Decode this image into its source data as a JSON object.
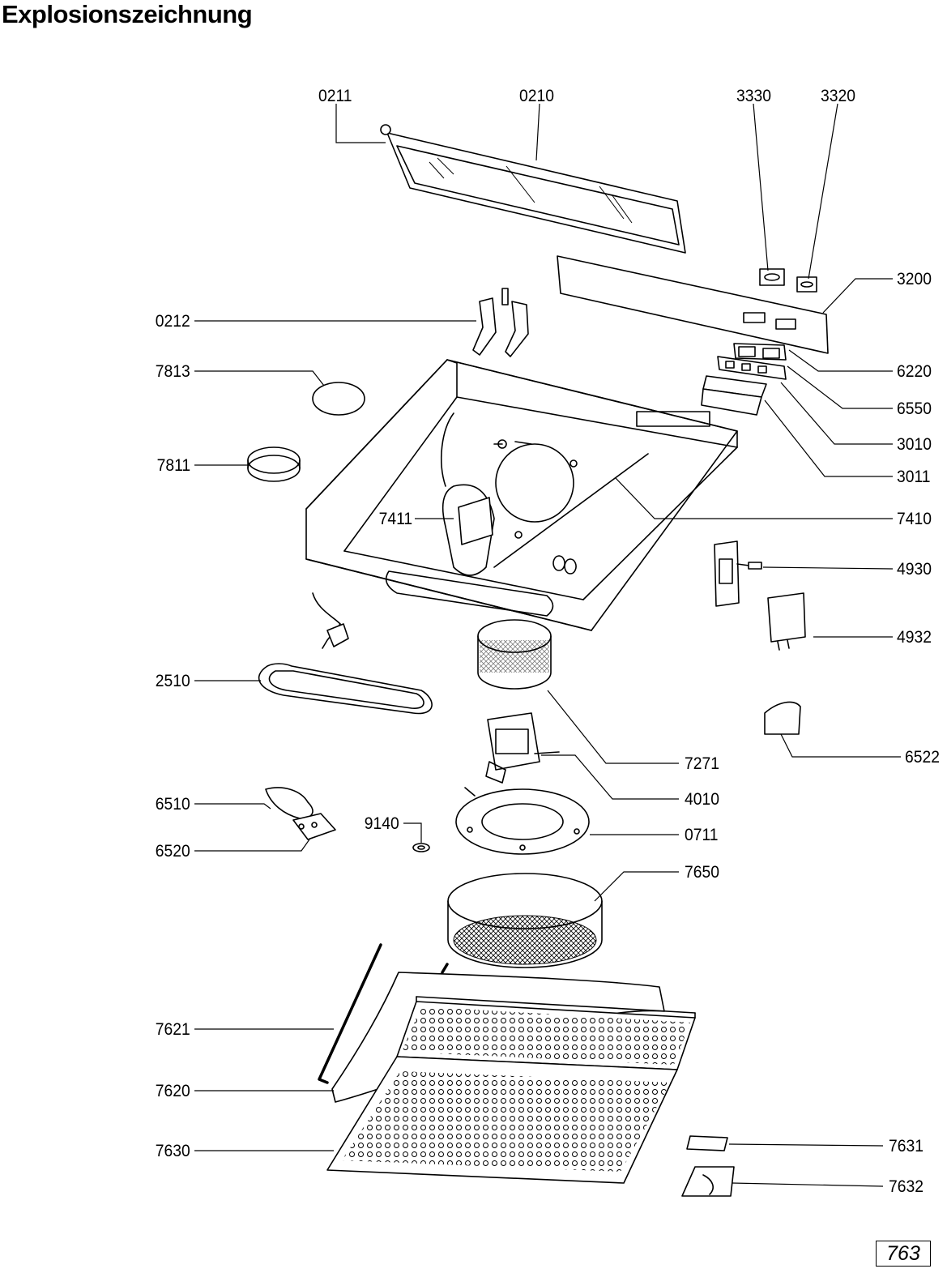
{
  "title": "Explosionszeichnung",
  "page_number": "763",
  "parts": {
    "p0211": "0211",
    "p0210": "0210",
    "p3330": "3330",
    "p3320": "3320",
    "p3200": "3200",
    "p0212": "0212",
    "p6220": "6220",
    "p7813": "7813",
    "p6550": "6550",
    "p3010": "3010",
    "p7811": "7811",
    "p3011": "3011",
    "p7411": "7411",
    "p7410": "7410",
    "p4930": "4930",
    "p4932": "4932",
    "p2510": "2510",
    "p6522": "6522",
    "p7271": "7271",
    "p4010": "4010",
    "p6510": "6510",
    "p9140": "9140",
    "p0711": "0711",
    "p6520": "6520",
    "p7650": "7650",
    "p7621": "7621",
    "p7620": "7620",
    "p7630": "7630",
    "p7631": "7631",
    "p7632": "7632"
  }
}
